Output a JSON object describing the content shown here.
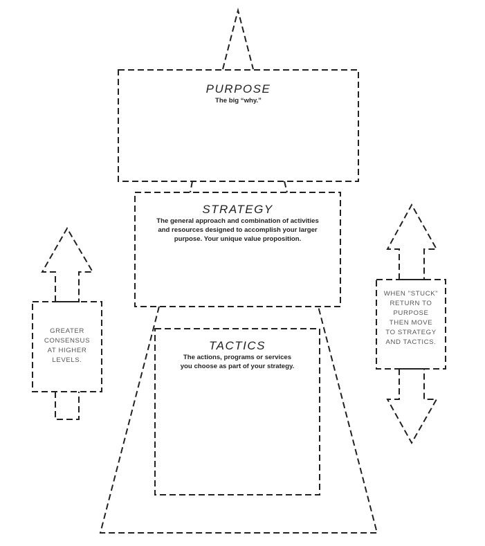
{
  "diagram": {
    "purpose": {
      "title": "PURPOSE",
      "description": "The big “why.”"
    },
    "strategy": {
      "title": "STRATEGY",
      "description_lines": [
        "The general approach and combination of activities",
        "and resources designed to accomplish your larger",
        "purpose. Your unique value proposition."
      ]
    },
    "tactics": {
      "title": "TACTICS",
      "description_lines": [
        "The actions, programs or services",
        "you choose as part of your strategy."
      ]
    },
    "left_note_lines": [
      "GREATER",
      "CONSENSUS",
      "AT HIGHER",
      "LEVELS."
    ],
    "right_note_lines": [
      "WHEN \"STUCK\"",
      "RETURN TO",
      "PURPOSE",
      "THEN MOVE",
      "TO STRATEGY",
      "AND TACTICS."
    ]
  }
}
